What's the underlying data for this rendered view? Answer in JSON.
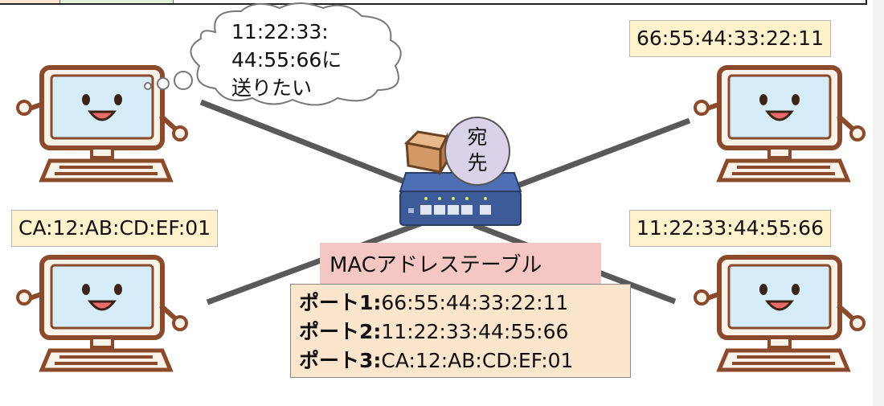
{
  "thought": {
    "line1": "11:22:33:",
    "line2": "44:55:66に",
    "line3": "送りたい"
  },
  "destination_bubble": {
    "line1": "宛",
    "line2": "先"
  },
  "addresses": {
    "top_right": "66:55:44:33:22:11",
    "bottom_left": "CA:12:AB:CD:EF:01",
    "bottom_right": "11:22:33:44:55:66"
  },
  "mac_table": {
    "title": "MACアドレステーブル",
    "rows": [
      {
        "port": "ポート1:",
        "mac": "66:55:44:33:22:11"
      },
      {
        "port": "ポート2:",
        "mac": "11:22:33:44:55:66"
      },
      {
        "port": "ポート3:",
        "mac": "CA:12:AB:CD:EF:01"
      }
    ]
  },
  "colors": {
    "address_box": "#fff2cc",
    "table_header": "#f4c7c3",
    "table_body": "#fce5cd",
    "destination_bubble": "#d9d2e9",
    "cable": "#595959",
    "switch": "#3d5a99",
    "computer_frame": "#8b4a2b"
  },
  "icons": [
    "computer-icon",
    "network-switch-icon",
    "package-box-icon",
    "thought-bubble"
  ]
}
